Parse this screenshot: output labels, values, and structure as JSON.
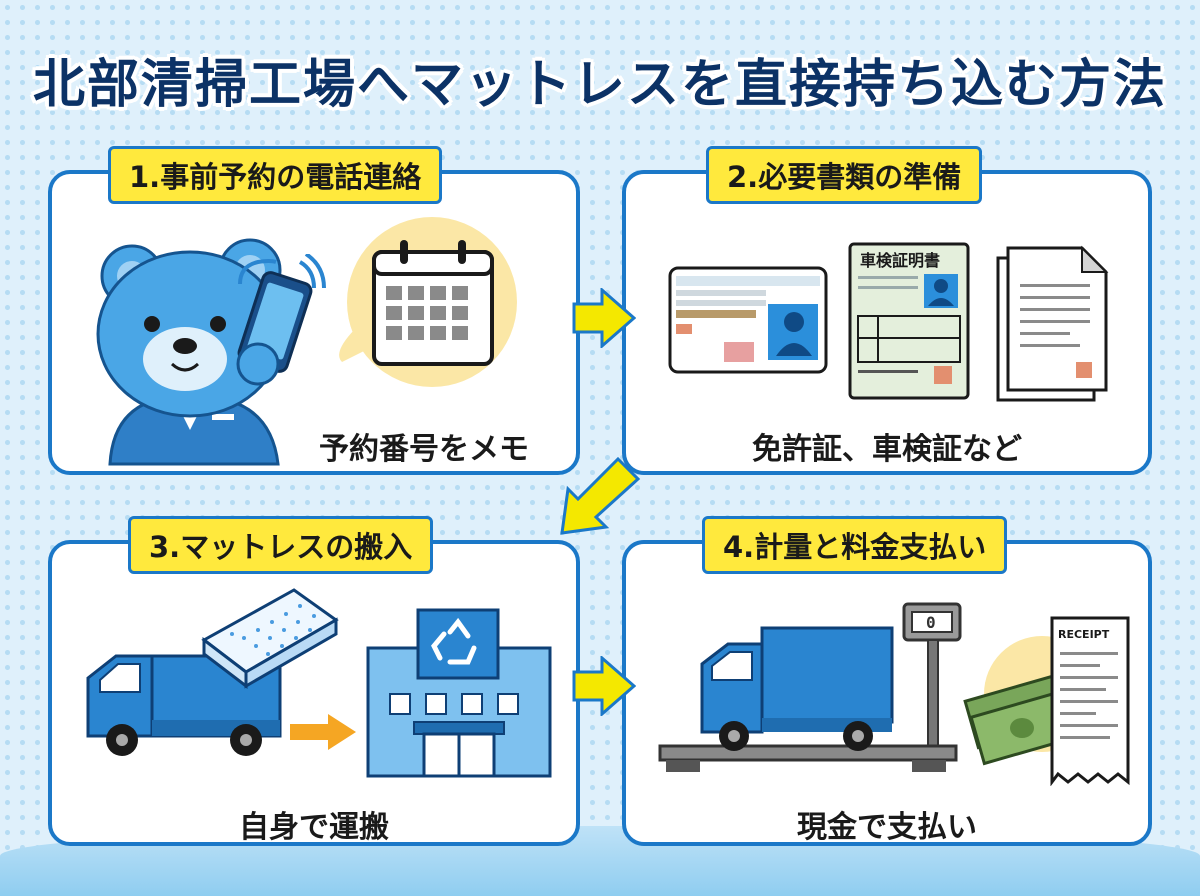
{
  "title": "北部清掃工場へマットレスを直接持ち込む方法",
  "steps": [
    {
      "label": "1.事前予約の電話連絡",
      "caption": "予約番号をメモ"
    },
    {
      "label": "2.必要書類の準備",
      "caption": "免許証、車検証など"
    },
    {
      "label": "3.マットレスの搬入",
      "caption": "自身で運搬"
    },
    {
      "label": "4.計量と料金支払い",
      "caption": "現金で支払い"
    }
  ],
  "illustrations": {
    "vehicle_certificate_title": "車検証明書",
    "scale_display": "0",
    "receipt_title": "RECEIPT"
  },
  "colors": {
    "accent_blue": "#1b78c8",
    "label_yellow": "#ffe93d",
    "arrow_yellow": "#f4e800",
    "title_navy": "#0c3266"
  },
  "icons": [
    "bear-mascot-icon",
    "smartphone-icon",
    "calendar-icon",
    "license-card-icon",
    "certificate-icon",
    "document-icon",
    "truck-icon",
    "mattress-icon",
    "recycling-facility-icon",
    "scale-icon",
    "cash-icon",
    "receipt-icon"
  ]
}
